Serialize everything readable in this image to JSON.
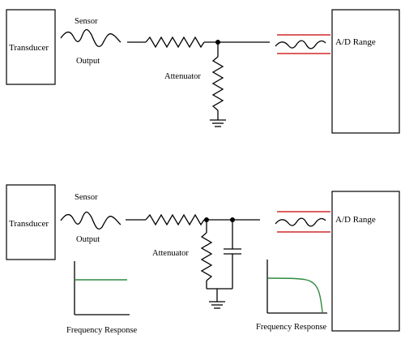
{
  "top": {
    "transducer_label": "Transducer",
    "sensor_label": "Sensor",
    "output_label": "Output",
    "attenuator_label": "Attenuator",
    "ad_label": "A/D Range"
  },
  "bottom": {
    "transducer_label": "Transducer",
    "sensor_label": "Sensor",
    "output_label": "Output",
    "attenuator_label": "Attenuator",
    "ad_label": "A/D Range",
    "freq_left_label": "Frequency Response",
    "freq_right_label": "Frequency Response"
  },
  "colors": {
    "range_lines": "#d02a2a",
    "frequency_curve": "#2e8b3e"
  }
}
